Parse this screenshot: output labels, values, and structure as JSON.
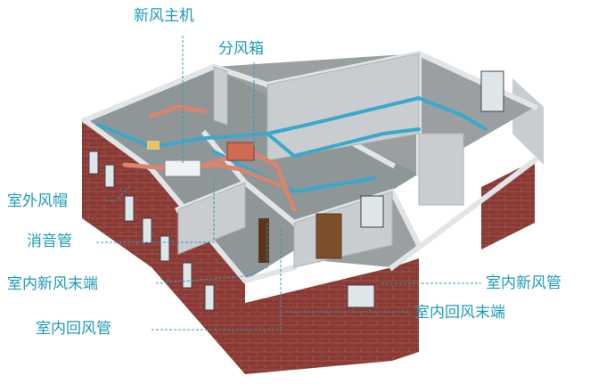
{
  "labels": {
    "host_unit": "新风主机",
    "distribution_box": "分风箱",
    "outdoor_hood": "室外风帽",
    "silencer_duct": "消音管",
    "indoor_supply_terminal": "室内新风末端",
    "indoor_return_duct": "室内回风管",
    "indoor_supply_duct": "室内新风管",
    "indoor_return_terminal": "室内回风末端"
  },
  "colors": {
    "brick": "#8a3a34",
    "brick_dark": "#6e2c28",
    "mortar": "#b06a62",
    "floor": "#8f9698",
    "wall_top": "#d9dcde",
    "interior_wall": "#c9cdd0",
    "supply_duct": "#3aa8c9",
    "return_duct": "#d9846e",
    "callout_line": "#2f9cb6",
    "label_text": "#1d9bb8"
  }
}
